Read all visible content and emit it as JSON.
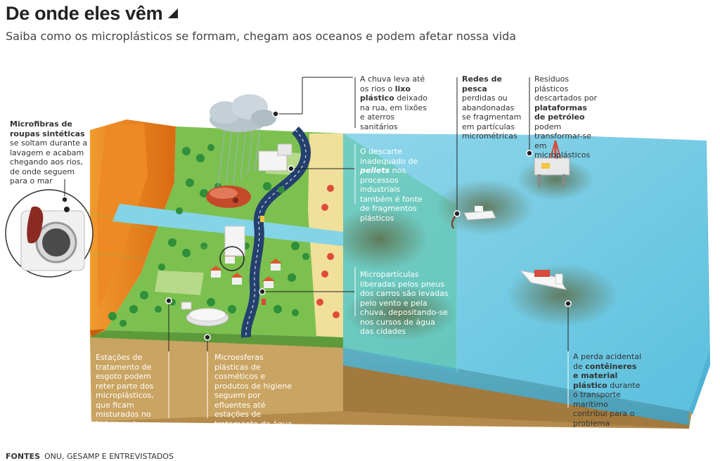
{
  "header": {
    "title": "De onde eles vêm",
    "subtitle": "Saiba como os microplásticos se formam, chegam aos oceanos e podem afetar nossa vida"
  },
  "annotations": {
    "microfibras": {
      "bold1": "Microfibras de roupas",
      "bold2": "sintéticas",
      "rest": " se soltam durante a lavagem e acabam chegando aos rios, de onde seguem para o mar"
    },
    "chuva": {
      "pre": "A chuva leva até os rios o ",
      "bold": "lixo plástico",
      "post": " deixado na rua, em lixões e aterros sanitários"
    },
    "redes": {
      "bold": "Redes de pesca",
      "rest": " perdidas ou abandonadas se fragmentam em partículas micrométricas"
    },
    "residuos": {
      "pre": "Resíduos plásticos descartados por ",
      "bold": "plataformas de petróleo",
      "post": " podem transformar-se em microplásticos"
    },
    "descarte": {
      "pre": "O descarte inadequado de ",
      "italic": "pellets",
      "post": " nos processos industriais também é fonte de fragmentos plásticos"
    },
    "microparticulas": {
      "text": "Micropartículas liberadas pelos pneus dos carros são levadas pelo vento e pela chuva, depositando-se nos cursos de água das cidades"
    },
    "estacoes": {
      "text": "Estações de tratamento de esgoto podem reter parte dos microplásticos, que ficam misturados no lodo, usado depois na agricultura"
    },
    "microesferas": {
      "text": "Microesferas plásticas de cosméticos e produtos de higiene seguem por efluentes até estações de tratamento de água, chegando à população"
    },
    "perda": {
      "pre": "A perda acidental de ",
      "bold": "contêineres e material plástico",
      "post": " durante o transporte marítimo contribui para o problema"
    }
  },
  "footer": {
    "label": "FONTES",
    "text": "ONU, GESAMP E ENTREVISTADOS"
  },
  "colors": {
    "ocean": "#5fc2df",
    "ocean_dark": "#2f9fc4",
    "land": "#7cc04f",
    "cliff": "#e8821e",
    "soil": "#c9a25d",
    "sand": "#f1e2a0",
    "road": "#24406e",
    "river": "#7fd2e8",
    "pollution": "#6f7f55"
  },
  "icons": [
    "washing-machine-icon",
    "cloud-icon",
    "factory-icon",
    "landfill-icon",
    "treatment-plant-icon",
    "fishing-boat-icon",
    "cargo-ship-icon",
    "oil-platform-icon",
    "car-icon",
    "house-icon",
    "tree-icon",
    "umbrella-icon"
  ]
}
